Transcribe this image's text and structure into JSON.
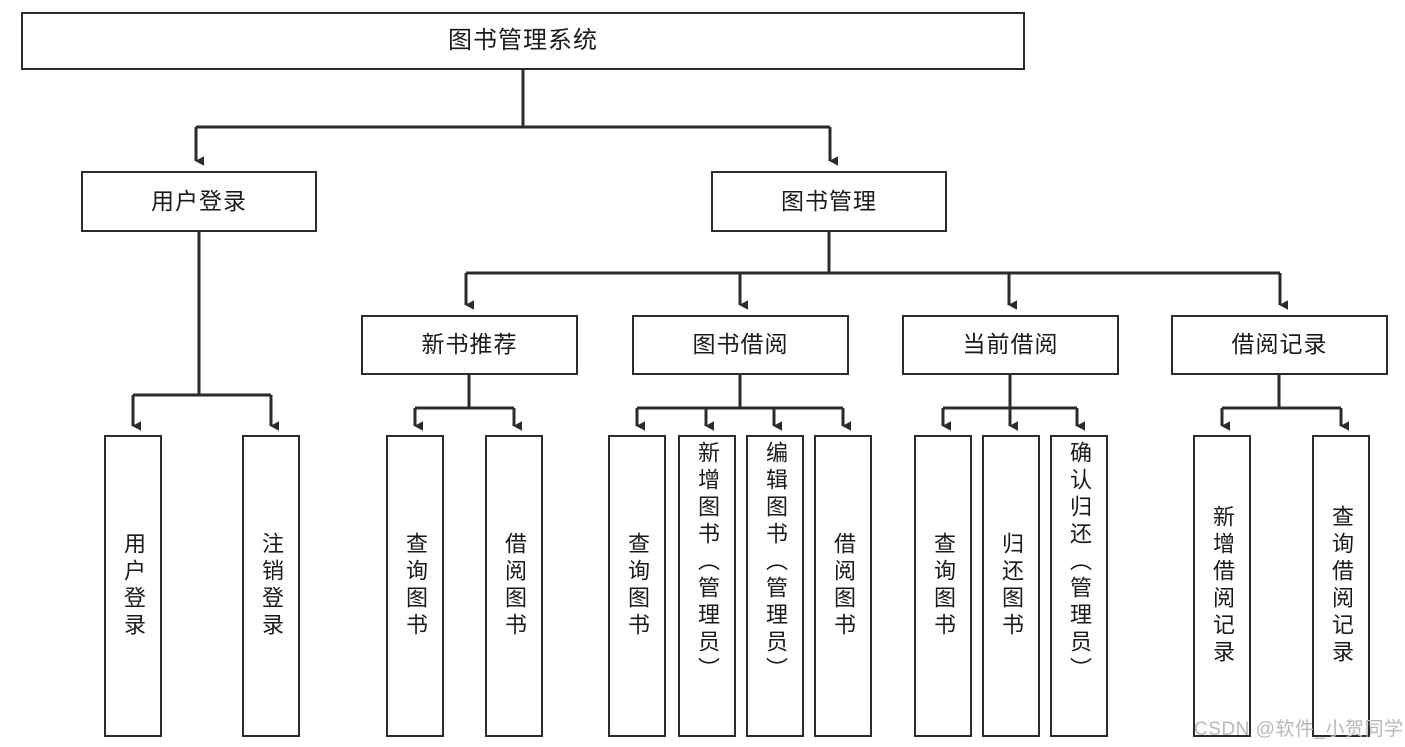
{
  "diagram": {
    "title": "图书管理系统",
    "type": "tree-hierarchy",
    "colors": {
      "box_border": "#2b2b2b",
      "box_fill": "#ffffff",
      "connector": "#2b2b2b",
      "watermark": "#b8b8b8",
      "background": "#ffffff"
    },
    "root": {
      "label": "图书管理系统"
    },
    "level2": [
      {
        "label": "用户登录"
      },
      {
        "label": "图书管理"
      }
    ],
    "level3": [
      {
        "label": "新书推荐"
      },
      {
        "label": "图书借阅"
      },
      {
        "label": "当前借阅"
      },
      {
        "label": "借阅记录"
      }
    ],
    "leaves": {
      "user_login": [
        {
          "label": "用户登录"
        },
        {
          "label": "注销登录"
        }
      ],
      "new_book_recommend": [
        {
          "label": "查询图书"
        },
        {
          "label": "借阅图书"
        }
      ],
      "book_borrow": [
        {
          "label": "查询图书"
        },
        {
          "label": "新增图书（管理员）"
        },
        {
          "label": "编辑图书（管理员）"
        },
        {
          "label": "借阅图书"
        }
      ],
      "current_borrow": [
        {
          "label": "查询图书"
        },
        {
          "label": "归还图书"
        },
        {
          "label": "确认归还（管理员）"
        }
      ],
      "borrow_record": [
        {
          "label": "新增借阅记录"
        },
        {
          "label": "查询借阅记录"
        }
      ]
    }
  },
  "watermark": {
    "text": "CSDN @软件_小贺同学"
  }
}
